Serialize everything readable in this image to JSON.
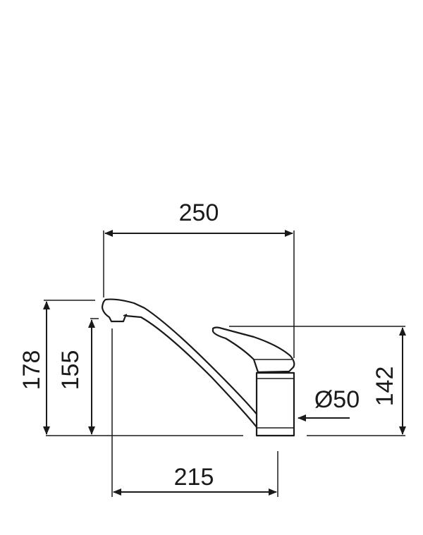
{
  "drawing": {
    "subject": "single-lever sink mixer tap",
    "dimensions": {
      "overall_width": "250",
      "spout_reach": "215",
      "total_height": "178",
      "spout_height": "155",
      "body_height": "142",
      "base_diameter": "Ø50"
    }
  }
}
